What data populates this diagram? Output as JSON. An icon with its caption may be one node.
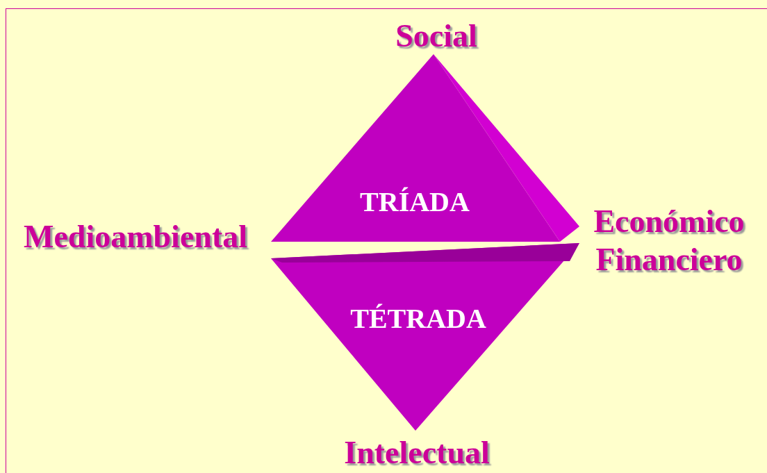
{
  "diagram": {
    "nodes": [
      {
        "text": [
          "TRÍADA"
        ]
      },
      {
        "text": [
          "TÉTRADA"
        ]
      }
    ],
    "labels": [
      "Social",
      "Medioambiental",
      "Económico Financiero",
      "Intelectual"
    ]
  }
}
